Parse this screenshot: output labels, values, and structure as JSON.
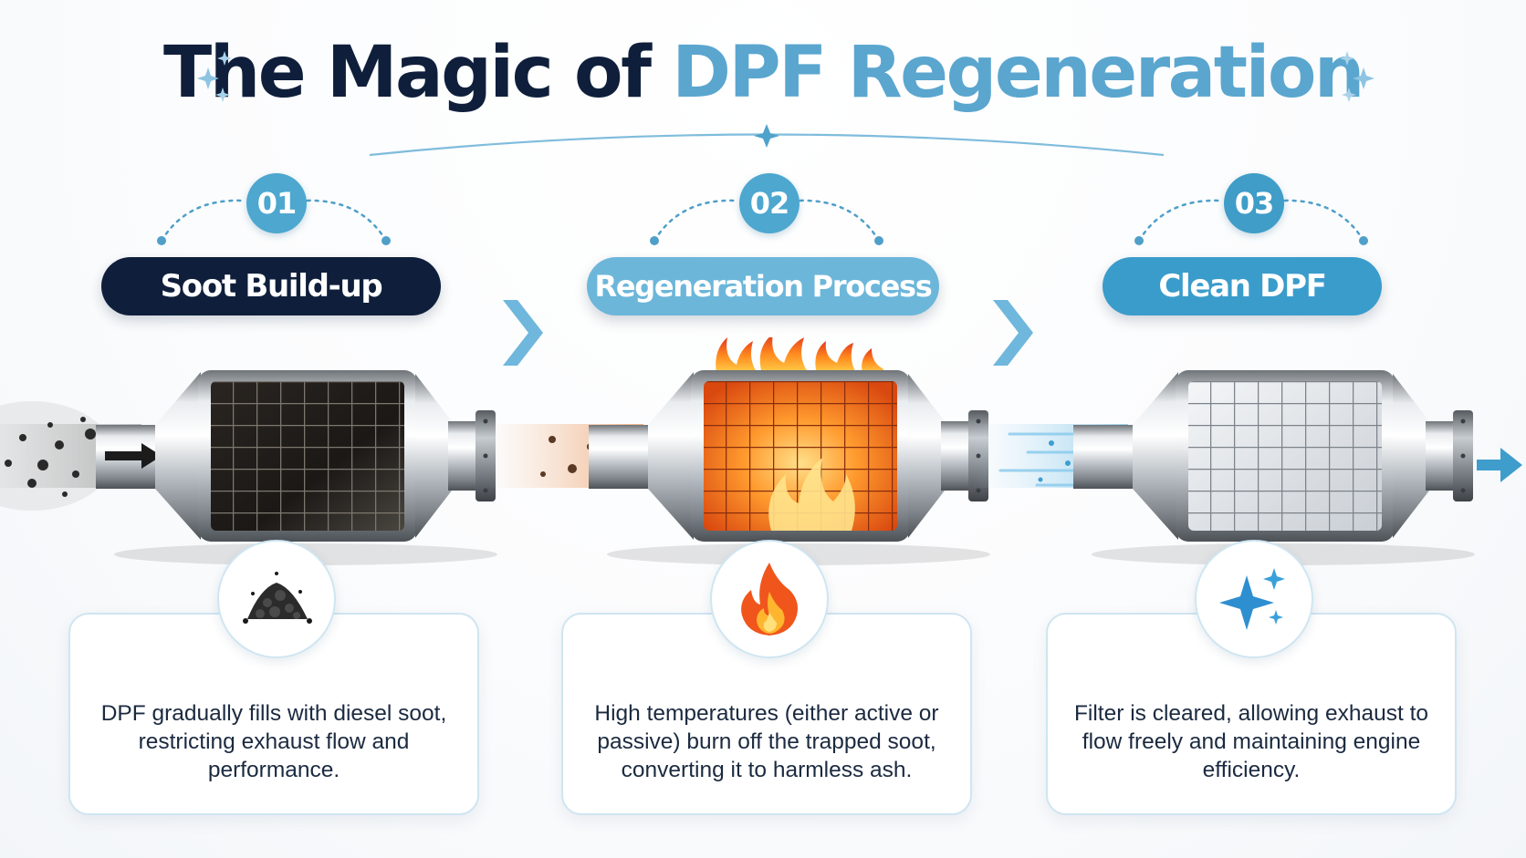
{
  "header": {
    "title_part1": "The Magic of",
    "title_part2": "DPF Regeneration"
  },
  "colors": {
    "navy": "#0f1f3b",
    "accent_blue": "#5aa6cf",
    "light_blue": "#6cb6da",
    "fire_orange": "#f27a1e"
  },
  "steps": [
    {
      "number": "01",
      "label": "Soot Build-up",
      "icon": "soot-pile-icon",
      "description": "DPF gradually fills with diesel soot, restricting exhaust flow and performance."
    },
    {
      "number": "02",
      "label": "Regeneration Process",
      "icon": "flame-icon",
      "description": "High temperatures (either active or passive) burn off the trapped soot, converting it to harmless ash."
    },
    {
      "number": "03",
      "label": "Clean DPF",
      "icon": "sparkle-icon",
      "description": "Filter is cleared, allowing exhaust to flow freely and maintaining engine efficiency."
    }
  ]
}
